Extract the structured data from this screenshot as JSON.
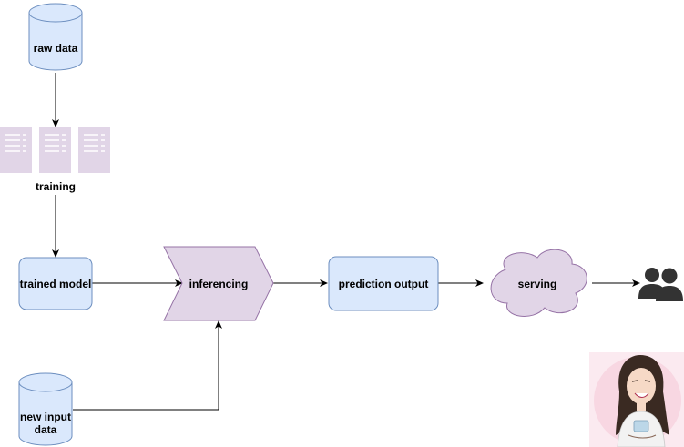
{
  "colors": {
    "blue_fill": "#dae8fc",
    "blue_stroke": "#6c8ebf",
    "purple_fill": "#e1d5e7",
    "purple_stroke": "#9673a6",
    "arrow": "#000000",
    "users": "#333333"
  },
  "nodes": {
    "raw_data": {
      "label": "raw data",
      "shape": "database"
    },
    "training": {
      "label": "training",
      "icon": "documents-icon"
    },
    "trained_model": {
      "label": "trained model",
      "shape": "rounded-rectangle"
    },
    "inferencing": {
      "label": "inferencing",
      "shape": "chevron-step"
    },
    "prediction_output": {
      "label": "prediction output",
      "shape": "rounded-rectangle"
    },
    "serving": {
      "label": "serving",
      "shape": "cloud"
    },
    "users": {
      "icon": "users-icon"
    },
    "new_input_data": {
      "label_line1": "new input",
      "label_line2": "data",
      "shape": "database"
    },
    "avatar": {
      "icon": "caricature-avatar"
    }
  },
  "edges": [
    {
      "from": "raw_data",
      "to": "training"
    },
    {
      "from": "training",
      "to": "trained_model"
    },
    {
      "from": "trained_model",
      "to": "inferencing"
    },
    {
      "from": "new_input_data",
      "to": "inferencing"
    },
    {
      "from": "inferencing",
      "to": "prediction_output"
    },
    {
      "from": "prediction_output",
      "to": "serving"
    },
    {
      "from": "serving",
      "to": "users"
    }
  ]
}
